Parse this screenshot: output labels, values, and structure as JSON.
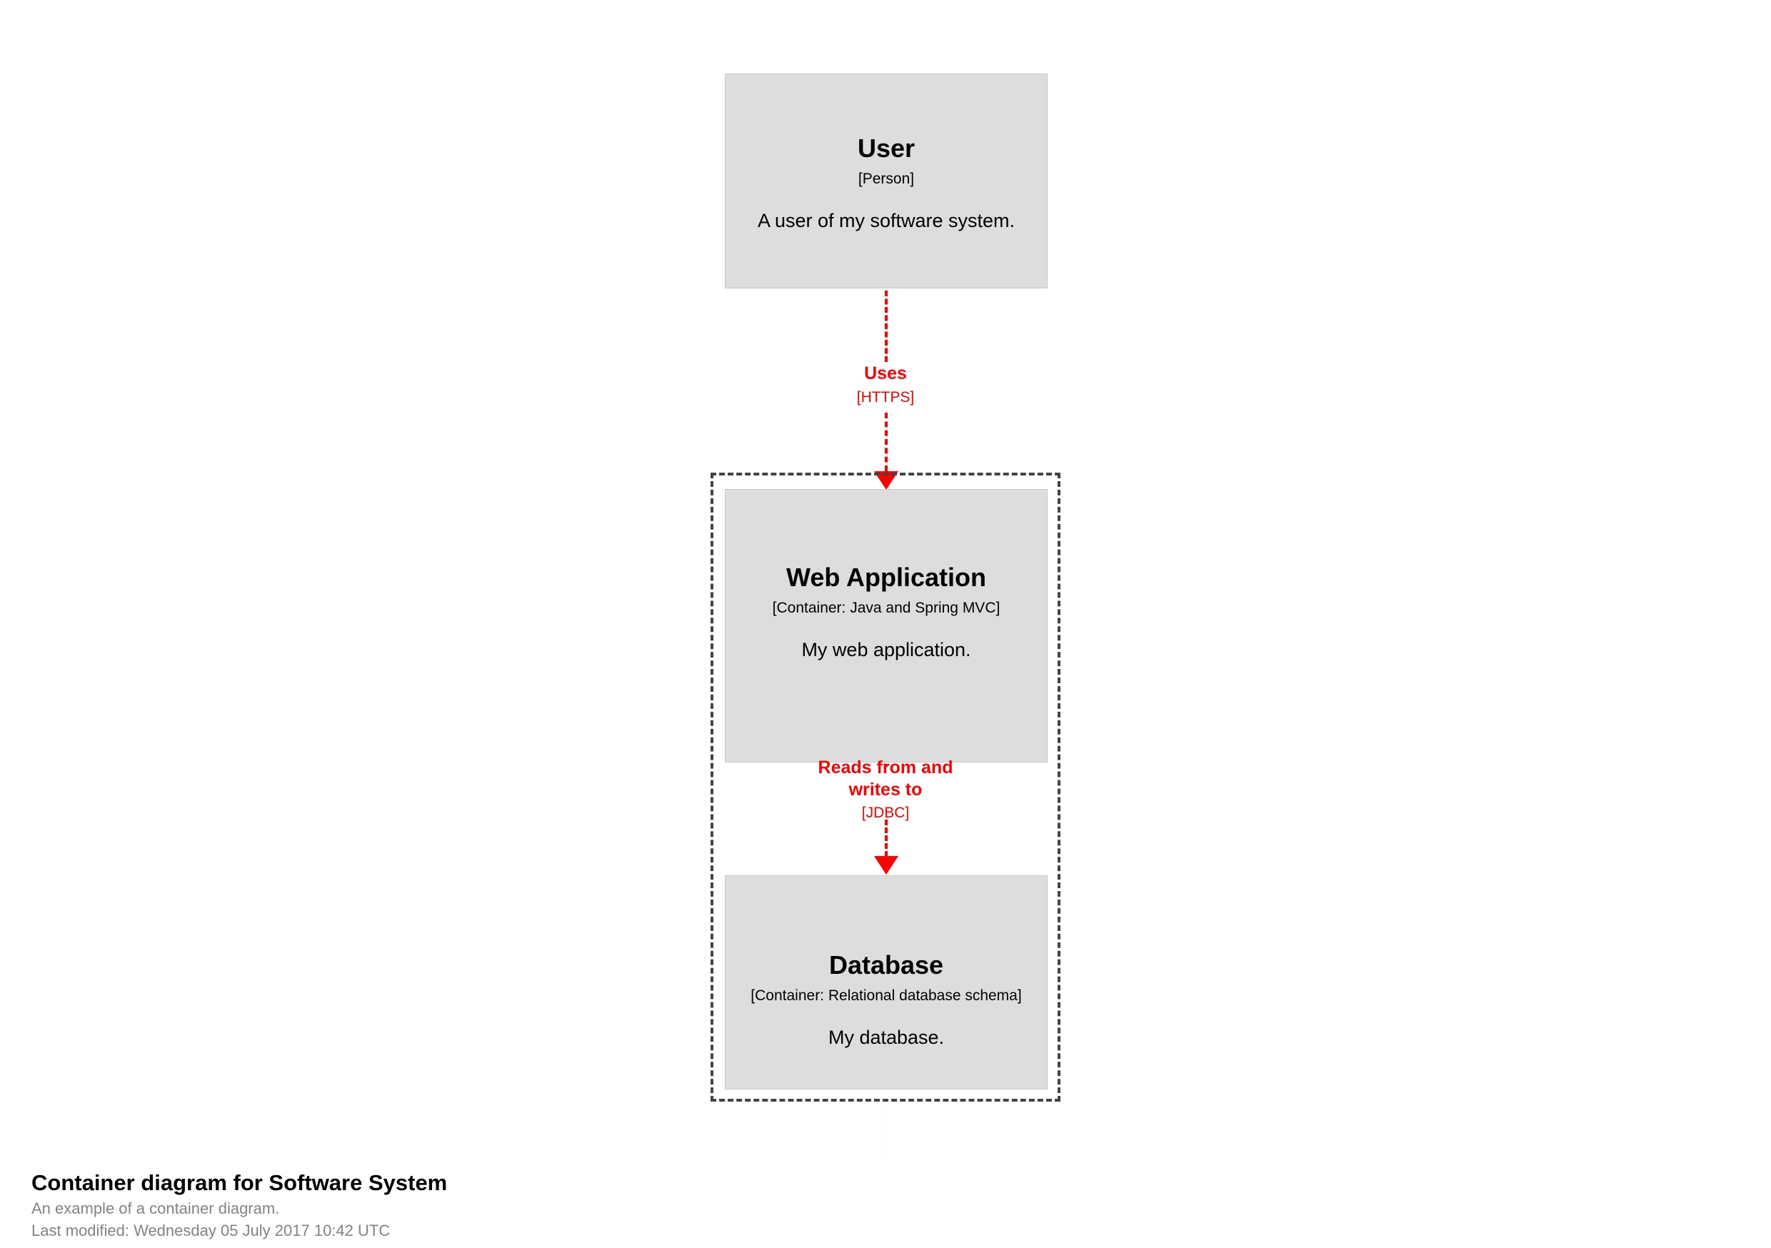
{
  "diagram": {
    "kind": "c4-container-diagram",
    "background_color": "#ffffff",
    "element_fill_color": "#dddddd",
    "element_border_color": "#c8c8c8",
    "relationship_color": "#ff0000",
    "boundary_color": "#444444",
    "boundary_style": "dashed",
    "nodes": [
      {
        "id": "user",
        "name": "User",
        "tech": "[Person]",
        "description": "A user of my software system."
      },
      {
        "id": "webapp",
        "name": "Web Application",
        "tech": "[Container: Java and Spring MVC]",
        "description": "My web application."
      },
      {
        "id": "database",
        "name": "Database",
        "tech": "[Container: Relational database schema]",
        "description": "My database."
      }
    ],
    "relationships": [
      {
        "id": "uses",
        "from": "user",
        "to": "webapp",
        "description": "Uses",
        "technology": "[HTTPS]"
      },
      {
        "id": "reads-writes",
        "from": "webapp",
        "to": "database",
        "description_line1": "Reads from and",
        "description_line2": "writes to",
        "technology": "[JDBC]"
      }
    ]
  },
  "footer": {
    "title": "Container diagram for Software System",
    "subtitle": "An example of a container diagram.",
    "last_modified": "Last modified: Wednesday 05 July 2017 10:42 UTC"
  }
}
